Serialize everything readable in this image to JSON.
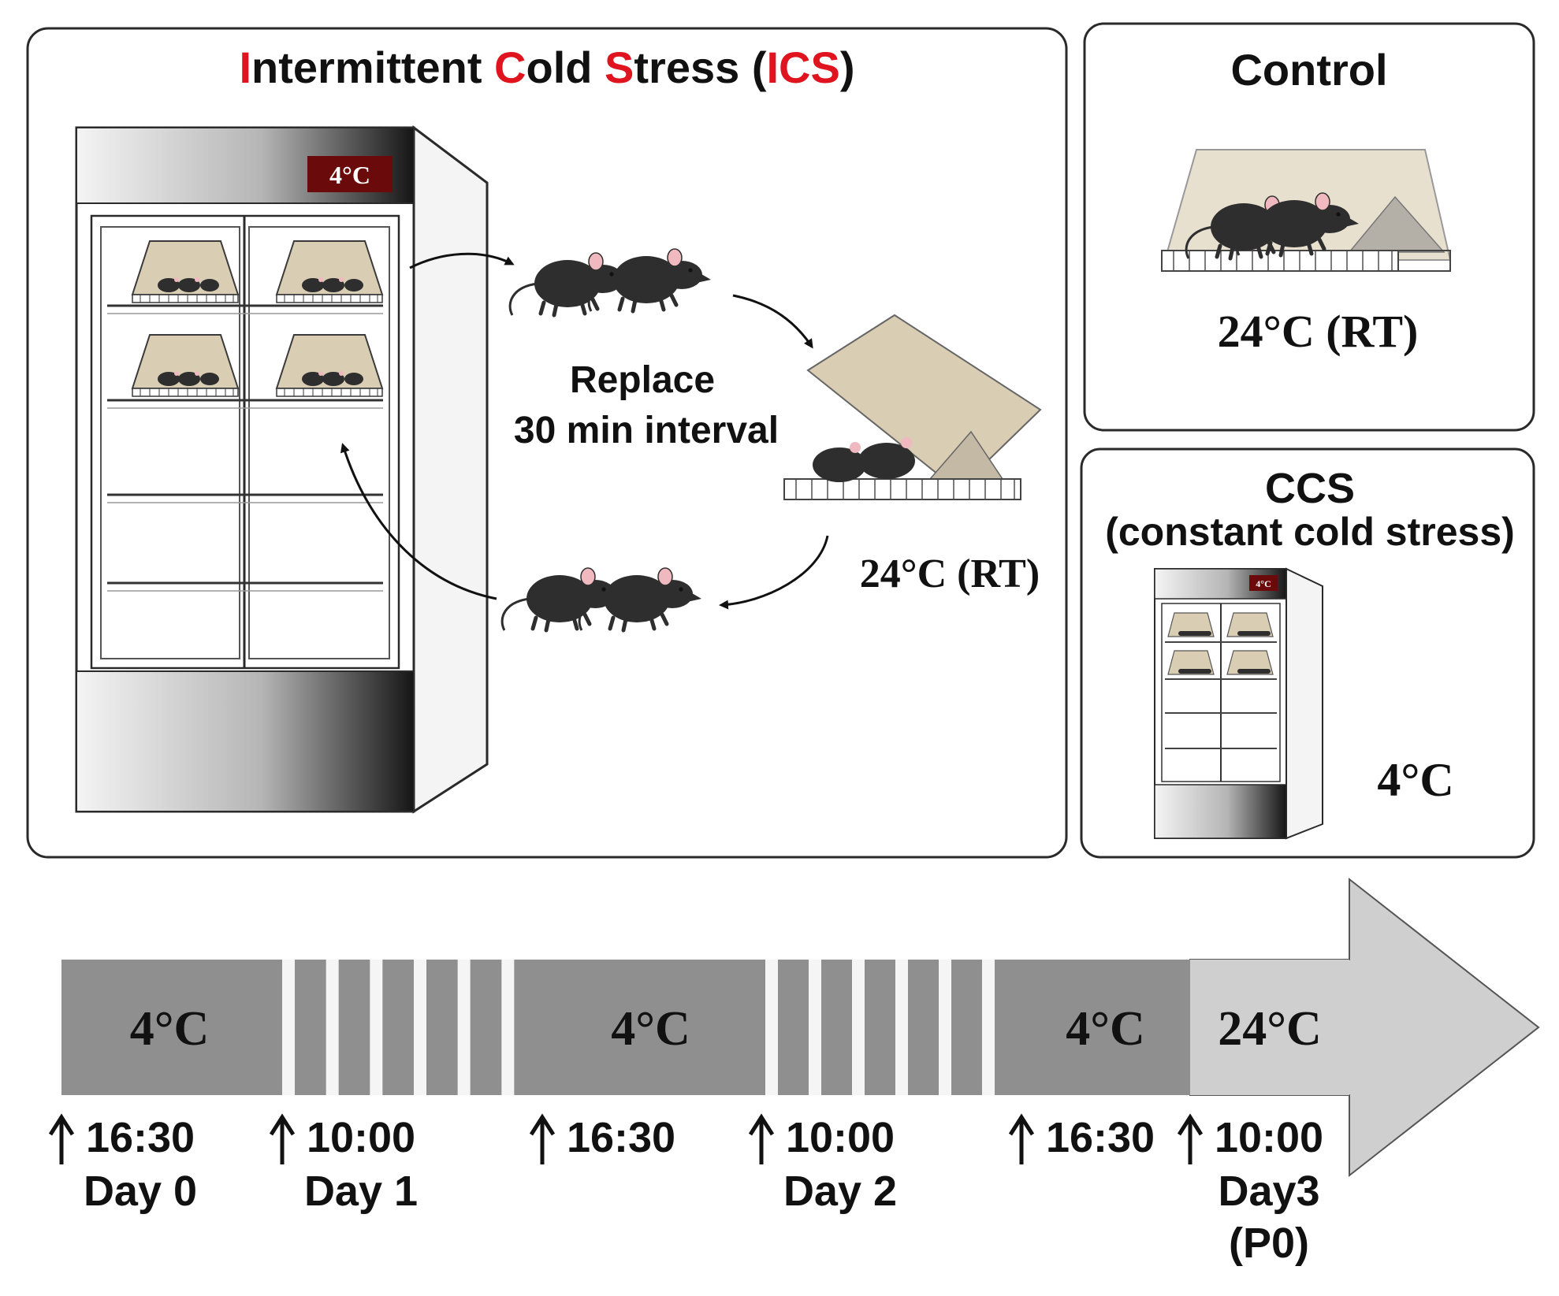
{
  "colors": {
    "accent_red": "#e0141e",
    "panel_stroke": "#2a2a2a",
    "mouse_body": "#2e2e2e",
    "mouse_ear": "#f0b8bf",
    "cage": "#d9cdb4",
    "timeline_dark": "#8f8f8f",
    "timeline_light": "#cfcfcf",
    "fridge_badge": "#6b0a0a"
  },
  "ics_panel": {
    "title_parts": [
      {
        "text": "I",
        "red": true
      },
      {
        "text": "ntermittent ",
        "red": false
      },
      {
        "text": "C",
        "red": true
      },
      {
        "text": "old ",
        "red": false
      },
      {
        "text": "S",
        "red": true
      },
      {
        "text": "tress (",
        "red": false
      },
      {
        "text": "ICS",
        "red": true
      },
      {
        "text": ")",
        "red": false
      }
    ],
    "fridge_label": "4°C",
    "replace_line1": "Replace",
    "replace_line2": "30 min interval",
    "rt_label": "24°C (RT)"
  },
  "control_panel": {
    "title": "Control",
    "temp_label": "24°C (RT)"
  },
  "ccs_panel": {
    "title": "CCS",
    "subtitle": "(constant cold stress)",
    "fridge_label": "4°C",
    "temp_label": "4°C"
  },
  "timeline": {
    "segments": [
      {
        "label": "4°C",
        "type": "cold"
      },
      {
        "label": "",
        "type": "intermittent",
        "stripes": 6
      },
      {
        "label": "4°C",
        "type": "cold"
      },
      {
        "label": "",
        "type": "intermittent",
        "stripes": 6
      },
      {
        "label": "4°C",
        "type": "cold"
      },
      {
        "label": "24°C",
        "type": "rt"
      }
    ],
    "markers": [
      {
        "time": "16:30",
        "day": "Day 0",
        "day2": ""
      },
      {
        "time": "10:00",
        "day": "Day 1",
        "day2": ""
      },
      {
        "time": "16:30",
        "day": "",
        "day2": ""
      },
      {
        "time": "10:00",
        "day": "Day 2",
        "day2": ""
      },
      {
        "time": "16:30",
        "day": "",
        "day2": ""
      },
      {
        "time": "10:00",
        "day": "Day3",
        "day2": "(P0)"
      }
    ]
  }
}
